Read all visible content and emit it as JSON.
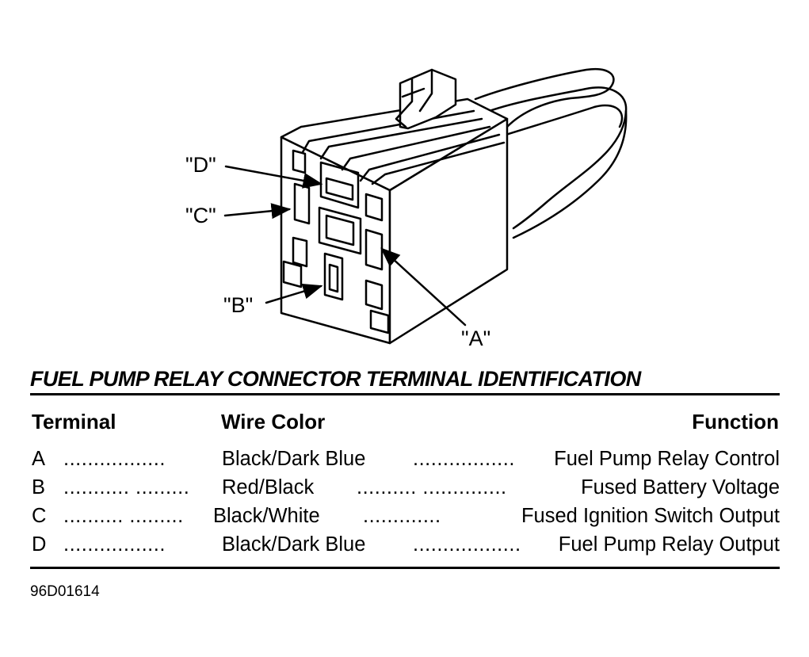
{
  "callouts": {
    "d": "\"D\"",
    "c": "\"C\"",
    "b": "\"B\"",
    "a": "\"A\""
  },
  "table": {
    "title": "FUEL PUMP RELAY CONNECTOR TERMINAL IDENTIFICATION",
    "headers": {
      "terminal": "Terminal",
      "wire_color": "Wire Color",
      "function": "Function"
    },
    "rows": [
      {
        "terminal": "A",
        "dots1": ".................",
        "wire_color": "Black/Dark Blue",
        "dots2": ".................",
        "function": "Fuel Pump Relay Control"
      },
      {
        "terminal": "B",
        "dots1": "...........  .........",
        "wire_color": "Red/Black",
        "dots2": "..........  ..............",
        "function": "Fused Battery Voltage"
      },
      {
        "terminal": "C",
        "dots1": "..........  .........",
        "wire_color": "Black/White",
        "dots2": ".............",
        "function": "Fused Ignition Switch Output"
      },
      {
        "terminal": "D",
        "dots1": ".................",
        "wire_color": "Black/Dark Blue",
        "dots2": "..................",
        "function": "Fuel Pump Relay Output"
      }
    ]
  },
  "figure_id": "96D01614"
}
